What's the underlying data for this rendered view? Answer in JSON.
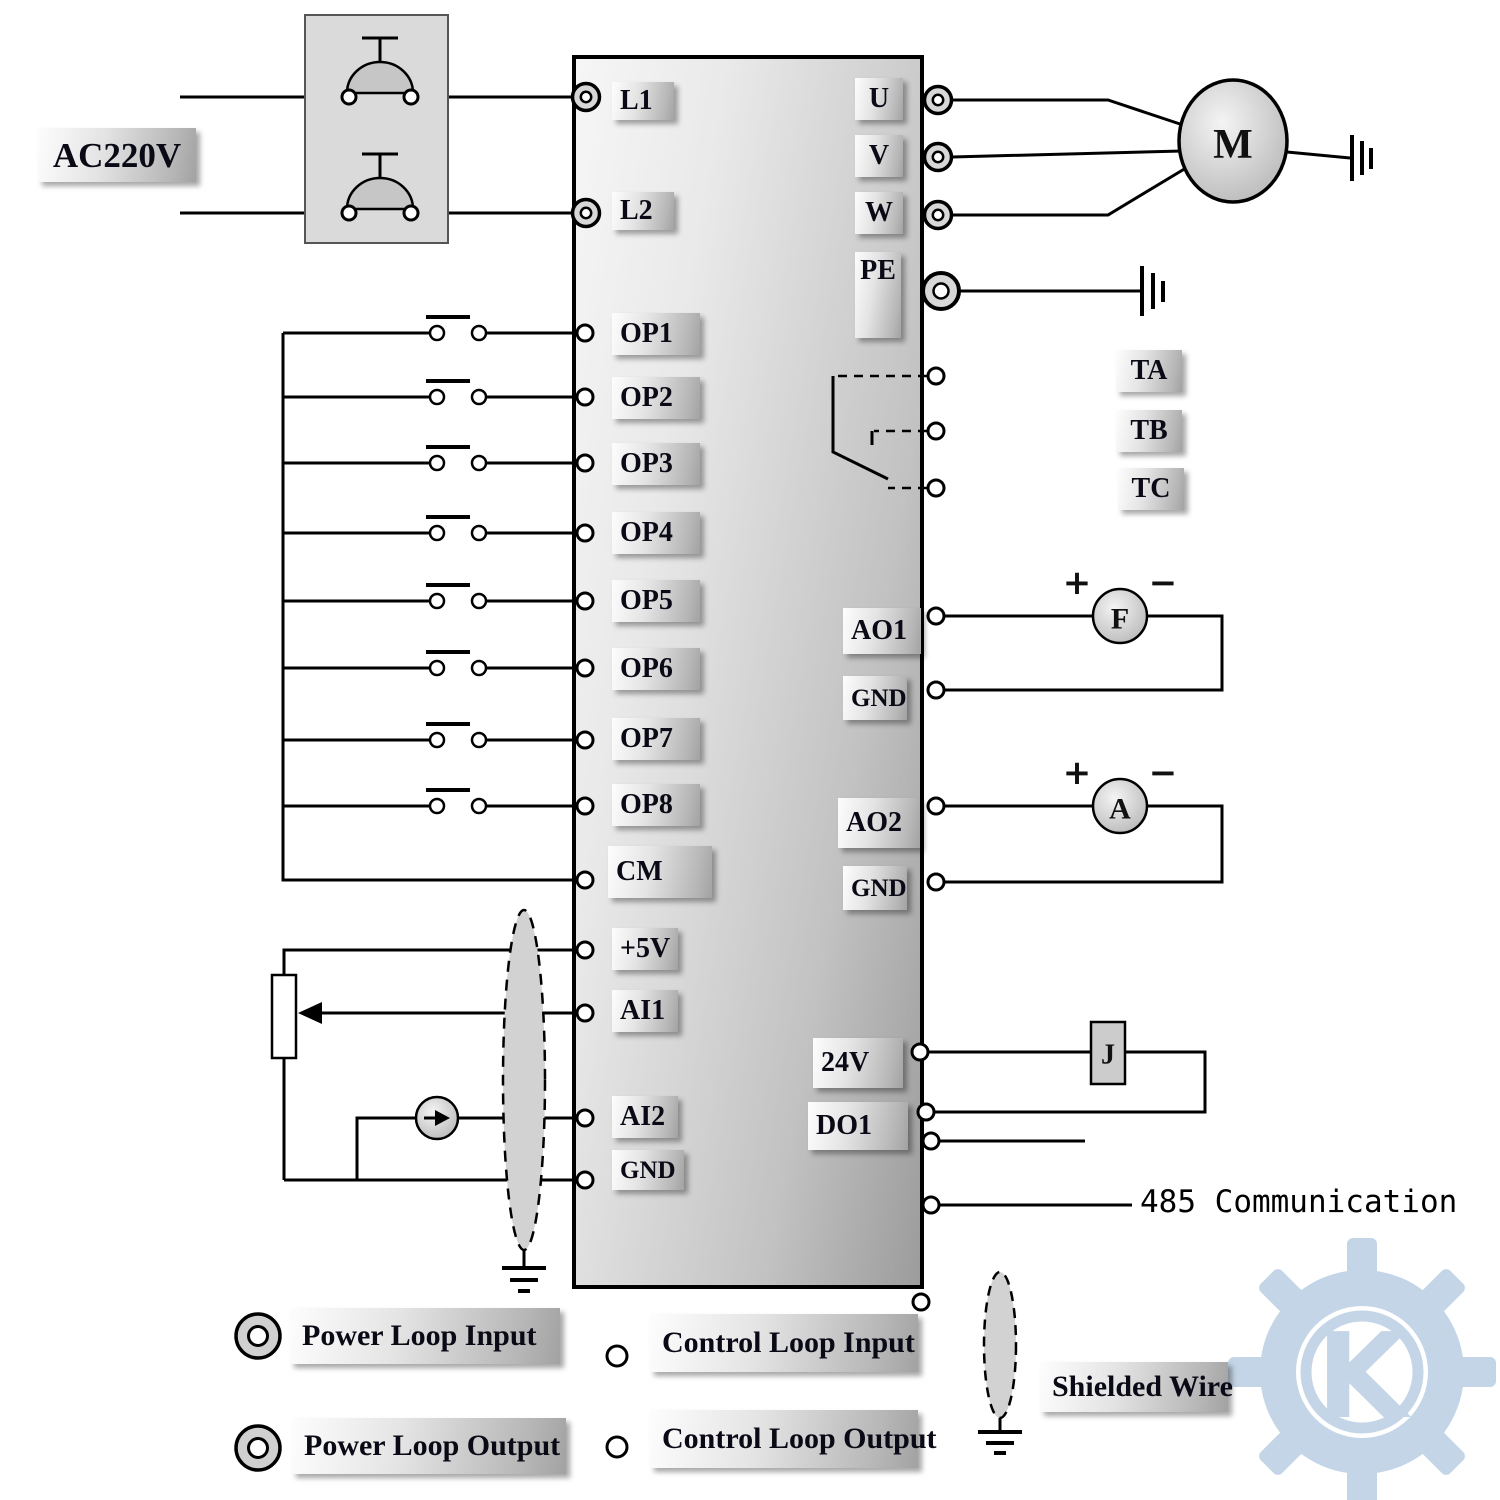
{
  "power": {
    "source": "AC220V"
  },
  "terminals": {
    "l1": "L1",
    "l2": "L2",
    "op1": "OP1",
    "op2": "OP2",
    "op3": "OP3",
    "op4": "OP4",
    "op5": "OP5",
    "op6": "OP6",
    "op7": "OP7",
    "op8": "OP8",
    "cm": "CM",
    "p5v": "+5V",
    "ai1": "AI1",
    "ai2": "AI2",
    "gnd_in": "GND",
    "u": "U",
    "v": "V",
    "w": "W",
    "pe": "PE",
    "ta": "TA",
    "tb": "TB",
    "tc": "TC",
    "ao1": "AO1",
    "gnd_ao1": "GND",
    "ao2": "AO2",
    "gnd_ao2": "GND",
    "v24": "24V",
    "do1": "DO1"
  },
  "devices": {
    "motor": "M",
    "frequency_meter": "F",
    "ammeter": "A",
    "relay_coil": "J",
    "polarity_plus": "+",
    "polarity_minus": "−"
  },
  "communication": {
    "rs485": "485 Communication"
  },
  "legend": {
    "power_loop_input": "Power Loop Input",
    "power_loop_output": "Power Loop Output",
    "control_loop_input": "Control Loop Input",
    "control_loop_output": "Control Loop Output",
    "shielded_wire": "Shielded Wire"
  },
  "watermark": {
    "letter": "K",
    "color": "#b9cfe2"
  }
}
